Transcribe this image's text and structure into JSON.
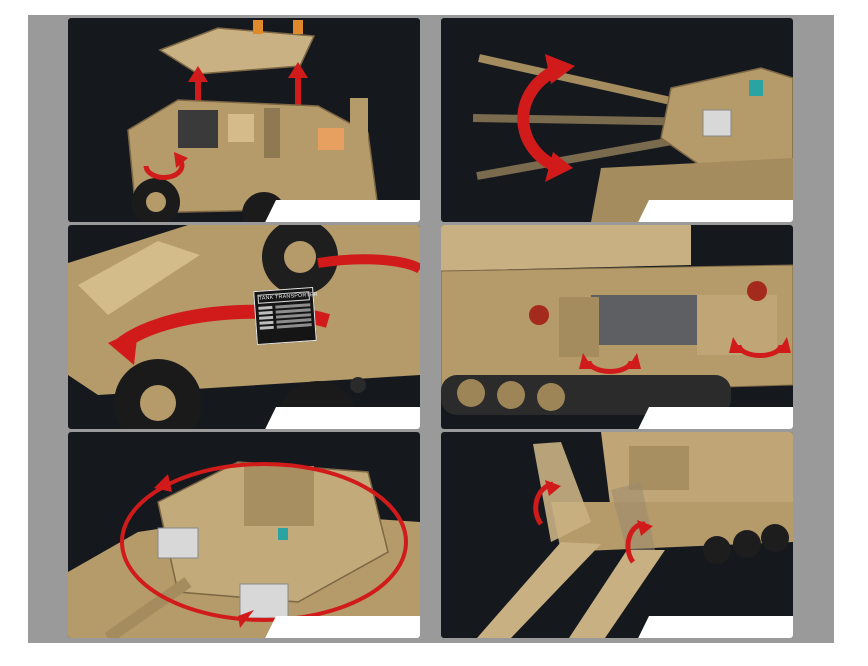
{
  "title": "Product feature collage - tank transporter toy set",
  "colors": {
    "background": "#9a9a9a",
    "tile_dark": "#15191e",
    "khaki": "#b59a6a",
    "khaki_light": "#d3bb8a",
    "khaki_dark": "#7d6744",
    "arrow_red": "#d11b1b",
    "arrow_white": "#ffffff"
  },
  "panels": [
    {
      "id": "cab-roof-removable",
      "icon": "up-arrows-and-rotate-arrow"
    },
    {
      "id": "turret-gun-elevation",
      "icon": "curved-double-arrow"
    },
    {
      "id": "crane-arm-swing",
      "icon": "curved-sweep-arrow"
    },
    {
      "id": "rear-doors-open",
      "icon": "rotate-arrows"
    },
    {
      "id": "turret-rotation",
      "icon": "circular-arrow"
    },
    {
      "id": "ramps-fold",
      "icon": "fold-arrows"
    }
  ],
  "nameplate": {
    "title": "TANK TRANSPORTER"
  }
}
